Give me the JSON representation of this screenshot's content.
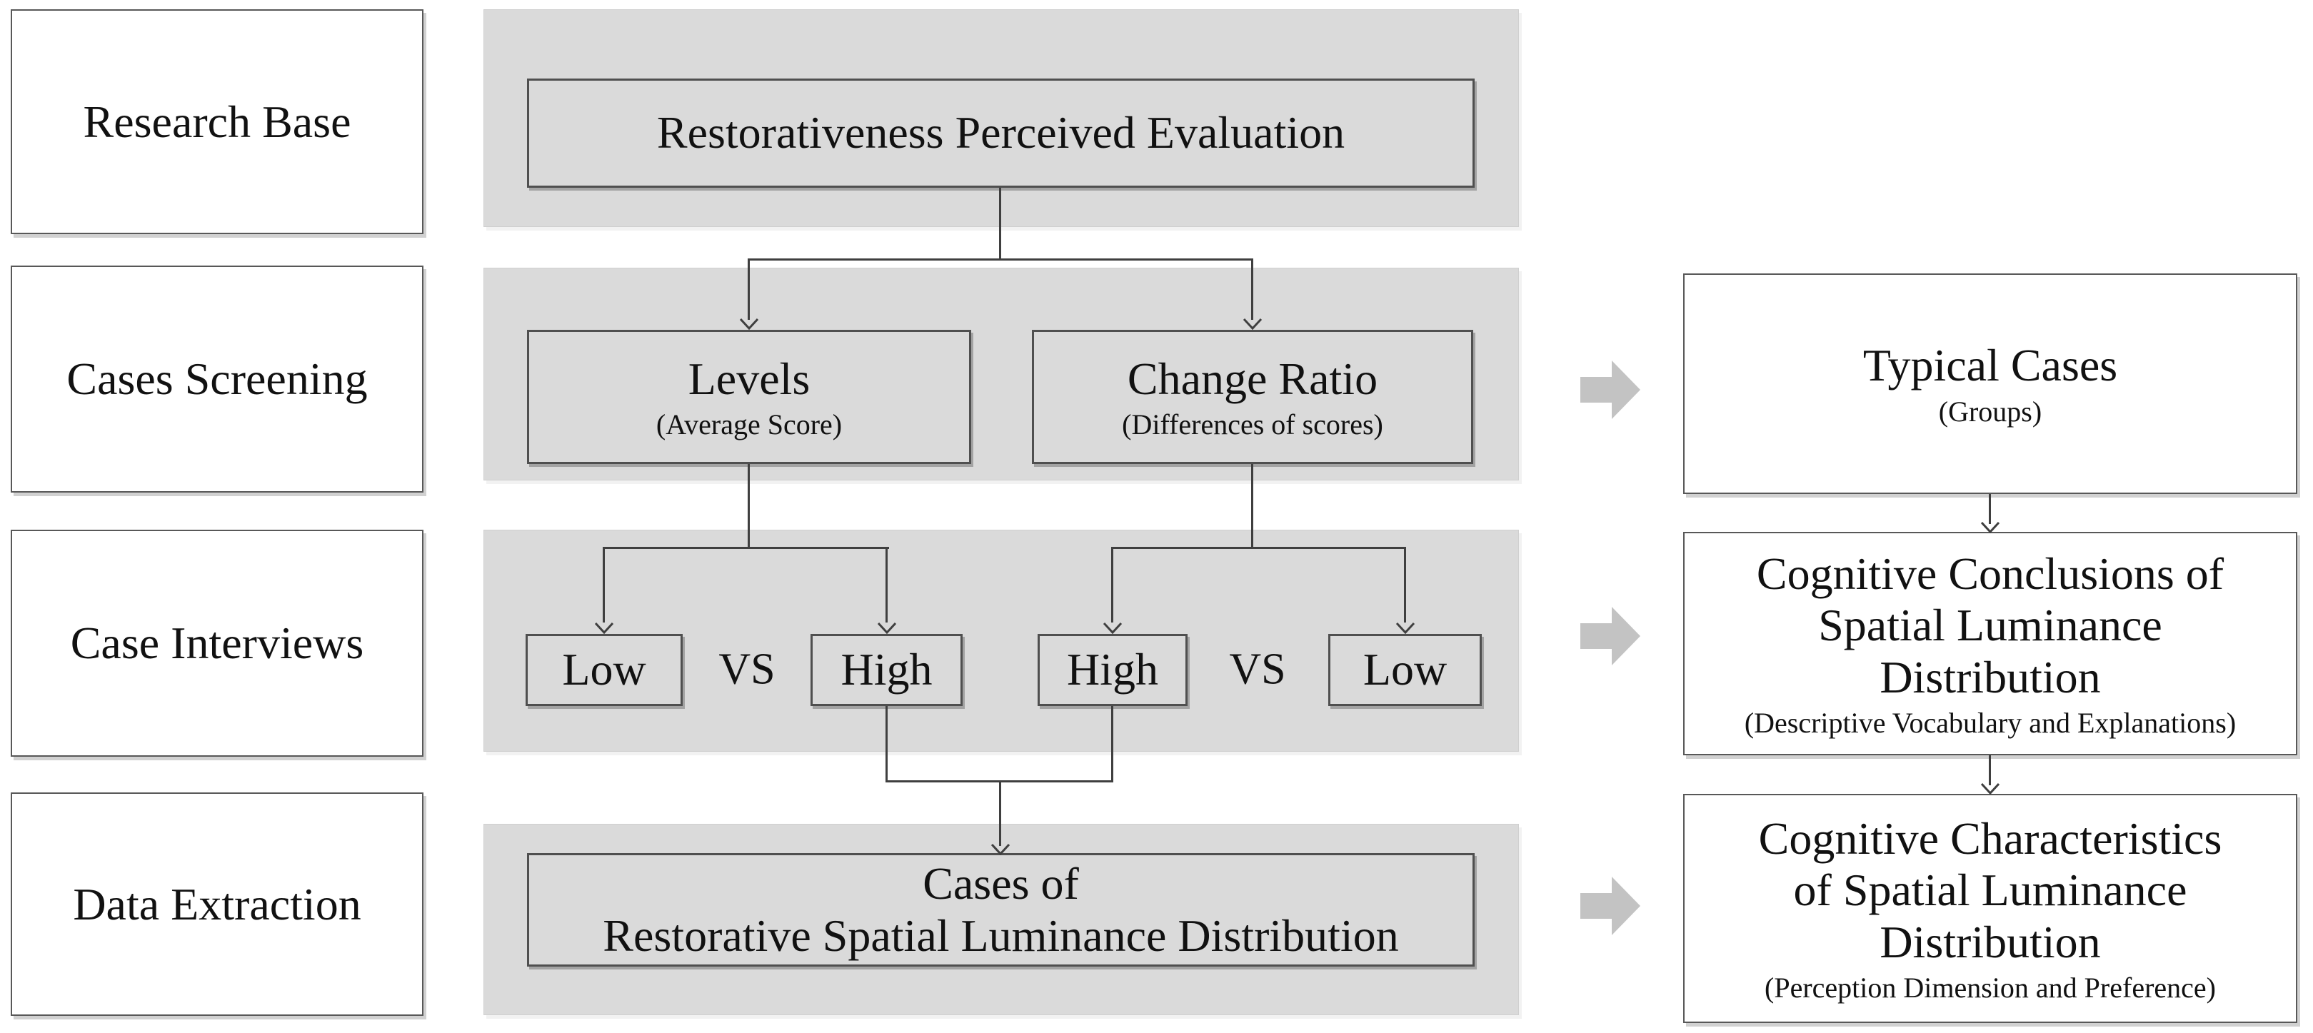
{
  "left_column": {
    "items": [
      {
        "label": "Research Base"
      },
      {
        "label": "Cases Screening"
      },
      {
        "label": "Case Interviews"
      },
      {
        "label": "Data Extraction"
      }
    ]
  },
  "pipeline": {
    "evaluation": {
      "title": "Restorativeness Perceived Evaluation"
    },
    "screening": {
      "levels": {
        "title": "Levels",
        "subtitle": "(Average Score)"
      },
      "change_ratio": {
        "title": "Change Ratio",
        "subtitle": "(Differences of scores)"
      }
    },
    "interviews": {
      "comparison1": {
        "left": "Low",
        "middle": "VS",
        "right": "High"
      },
      "comparison2": {
        "left": "High",
        "middle": "VS",
        "right": "Low"
      }
    },
    "extraction": {
      "title_lines": [
        "Cases of",
        "Restorative Spatial Luminance Distribution"
      ]
    }
  },
  "outputs": {
    "typical_cases": {
      "title_lines": [
        "Typical Cases"
      ],
      "subtitle": "(Groups)"
    },
    "conclusions": {
      "title_lines": [
        "Cognitive Conclusions of",
        "Spatial Luminance",
        "Distribution"
      ],
      "subtitle": "(Descriptive Vocabulary and Explanations)"
    },
    "characteristics": {
      "title_lines": [
        "Cognitive Characteristics",
        "of Spatial Luminance",
        "Distribution"
      ],
      "subtitle": "(Perception Dimension and Preference)"
    }
  },
  "colors": {
    "panel_fill": "#dadada",
    "box_border_dark": "#4f4f4f",
    "white_box_border": "#585858",
    "block_arrow": "#c3c3c3",
    "connector": "#3f3f3f",
    "text": "#111111"
  }
}
